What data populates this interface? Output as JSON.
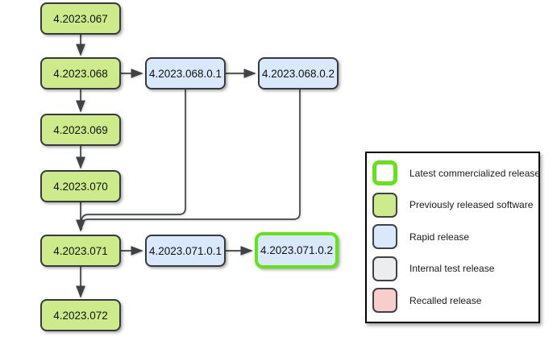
{
  "diagram": {
    "description": "Software release version flowchart",
    "nodes": [
      {
        "label": "4.2023.067",
        "type": "previously_released"
      },
      {
        "label": "4.2023.068",
        "type": "previously_released"
      },
      {
        "label": "4.2023.068.0.1",
        "type": "rapid_release"
      },
      {
        "label": "4.2023.068.0.2",
        "type": "rapid_release"
      },
      {
        "label": "4.2023.069",
        "type": "previously_released"
      },
      {
        "label": "4.2023.070",
        "type": "previously_released"
      },
      {
        "label": "4.2023.071",
        "type": "previously_released"
      },
      {
        "label": "4.2023.071.0.1",
        "type": "rapid_release"
      },
      {
        "label": "4.2023.071.0.2",
        "type": "rapid_release_latest_commercialized"
      },
      {
        "label": "4.2023.072",
        "type": "previously_released"
      }
    ],
    "edges": [
      {
        "from": "4.2023.067",
        "to": "4.2023.068"
      },
      {
        "from": "4.2023.068",
        "to": "4.2023.068.0.1"
      },
      {
        "from": "4.2023.068.0.1",
        "to": "4.2023.068.0.2"
      },
      {
        "from": "4.2023.068",
        "to": "4.2023.069"
      },
      {
        "from": "4.2023.069",
        "to": "4.2023.070"
      },
      {
        "from": "4.2023.070",
        "to": "4.2023.071"
      },
      {
        "from": "4.2023.068.0.1",
        "to": "4.2023.071"
      },
      {
        "from": "4.2023.068.0.2",
        "to": "4.2023.071"
      },
      {
        "from": "4.2023.071",
        "to": "4.2023.071.0.1"
      },
      {
        "from": "4.2023.071.0.1",
        "to": "4.2023.071.0.2"
      },
      {
        "from": "4.2023.071",
        "to": "4.2023.072"
      }
    ]
  },
  "legend": {
    "items": [
      {
        "label": "Latest commercialized release",
        "swatch": "latest"
      },
      {
        "label": "Previously released software",
        "swatch": "previously_released"
      },
      {
        "label": "Rapid release",
        "swatch": "rapid_release"
      },
      {
        "label": "Internal test release",
        "swatch": "internal_test_release"
      },
      {
        "label": "Recalled release",
        "swatch": "recalled_release"
      }
    ]
  },
  "colors": {
    "previously_released_fill": "#cdeb8b",
    "rapid_release_fill": "#dae8fc",
    "internal_test_fill": "#ededed",
    "recalled_fill": "#f8cecc",
    "latest_border": "#63e417",
    "node_border": "#36393d",
    "edge_stroke": "#3f4347",
    "legend_border": "#000000",
    "background": "#ffffff"
  }
}
